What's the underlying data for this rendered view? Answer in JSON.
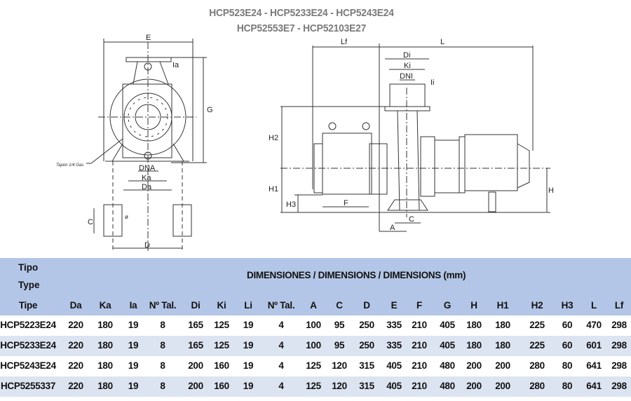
{
  "title": {
    "line1": "HCP523E24 - HCP5233E24 - HCP5243E24",
    "line2": "HCP52553E7 - HCP52103E27"
  },
  "drawing": {
    "front_view_labels": {
      "E": "E",
      "Ia": "Ia",
      "G": "G",
      "tapon": "Tapon 1/4 Gas",
      "DNA": "DNA",
      "Ka": "Ka",
      "Da": "Da",
      "C": "C",
      "D": "D",
      "phi": "ø"
    },
    "side_view_labels": {
      "Lf": "Lf",
      "L": "L",
      "Di": "Di",
      "Ki": "Ki",
      "DNI": "DNI",
      "Ii": "Ii",
      "H2": "H2",
      "H1": "H1",
      "H3": "H3",
      "F": "F",
      "A": "A",
      "C": "C",
      "H": "H"
    }
  },
  "table": {
    "type_header": [
      "Tipo",
      "Type"
    ],
    "group_header": "DIMENSIONES / DIMENSIONS / DIMENSIONS (mm)",
    "columns": [
      "Tipe",
      "Da",
      "Ka",
      "Ia",
      "Nº Tal.",
      "Di",
      "Ki",
      "Li",
      "Nº Tal.",
      "A",
      "C",
      "D",
      "E",
      "F",
      "G",
      "H",
      "H1",
      "H2",
      "H3",
      "L",
      "Lf"
    ],
    "rows": [
      [
        "HCP5223E24",
        "220",
        "180",
        "19",
        "8",
        "165",
        "125",
        "19",
        "4",
        "100",
        "95",
        "250",
        "335",
        "210",
        "405",
        "180",
        "180",
        "225",
        "60",
        "470",
        "298"
      ],
      [
        "HCP5233E24",
        "220",
        "180",
        "19",
        "8",
        "165",
        "125",
        "19",
        "4",
        "100",
        "95",
        "250",
        "335",
        "210",
        "405",
        "180",
        "180",
        "225",
        "60",
        "601",
        "298"
      ],
      [
        "HCP5243E24",
        "220",
        "180",
        "19",
        "8",
        "200",
        "160",
        "19",
        "4",
        "125",
        "120",
        "315",
        "405",
        "210",
        "480",
        "200",
        "200",
        "280",
        "80",
        "641",
        "298"
      ],
      [
        "HCP5255337",
        "220",
        "180",
        "19",
        "8",
        "200",
        "160",
        "19",
        "4",
        "125",
        "120",
        "315",
        "405",
        "210",
        "480",
        "200",
        "200",
        "280",
        "80",
        "641",
        "298"
      ]
    ]
  }
}
